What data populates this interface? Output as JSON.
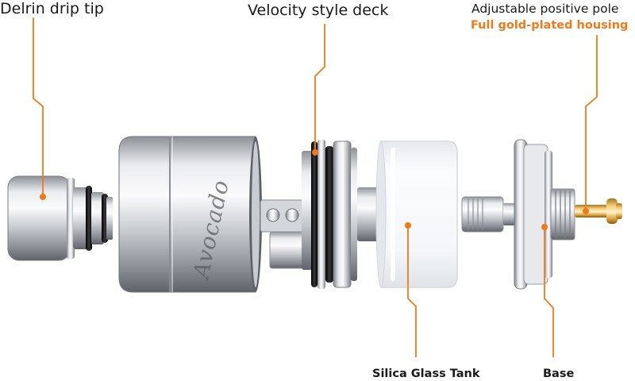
{
  "labels": {
    "drip_tip": "Delrin drip tip",
    "deck": "Velocity style deck",
    "positive_pole": "Adjustable positive pole",
    "gold_housing": "Full gold-plated housing",
    "glass_tank": "Silica Glass Tank",
    "base": "Base"
  },
  "engraving": "Avocado",
  "colors": {
    "callout": "#ee7a1c",
    "text": "#1a1a1a",
    "steel_light": "#f2f3f5",
    "steel_mid": "#b8bcc2",
    "steel_dark": "#6f7379",
    "oring": "#1c1c1e",
    "glass": "#f3f5f8",
    "gold": "#e2b04a"
  }
}
